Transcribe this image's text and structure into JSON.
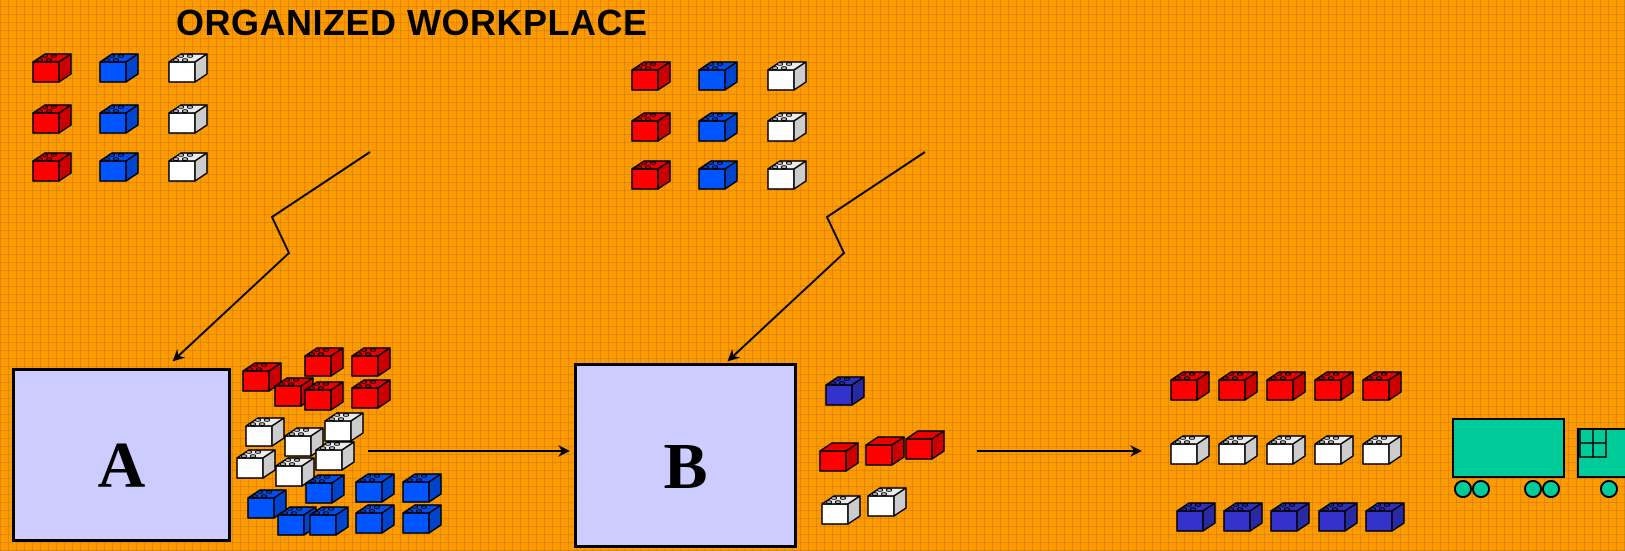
{
  "title": "ORGANIZED WORKPLACE",
  "stations": [
    {
      "label": "A"
    },
    {
      "label": "B"
    }
  ],
  "colors": {
    "background": "#FF9900",
    "station_fill": "#CCCCFF",
    "red_brick": "#FF0000",
    "blue_brick": "#0055FF",
    "white_brick": "#FFFFFF",
    "navy_brick": "#3333CC",
    "truck": "#00CC99"
  },
  "icons": [
    "lego-brick-icon",
    "truck-icon",
    "arrow-icon",
    "lightning-arrow-icon"
  ]
}
